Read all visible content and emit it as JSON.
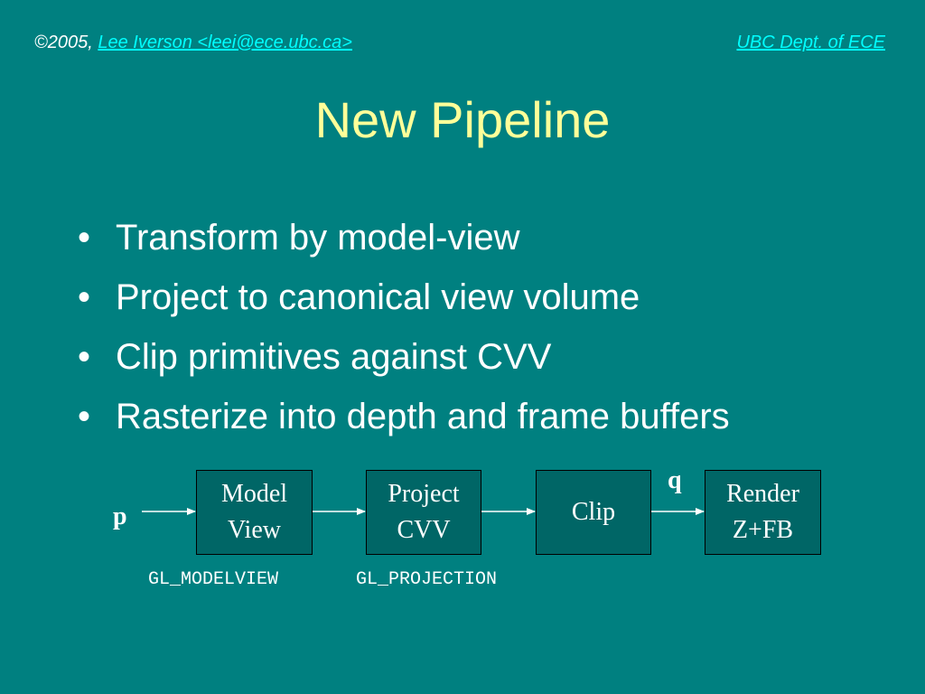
{
  "header": {
    "copyright": "©2005,",
    "author_link": "Lee Iverson <leei@ece.ubc.ca>",
    "dept_link": "UBC Dept. of ECE"
  },
  "title": "New Pipeline",
  "bullets": [
    "Transform by model-view",
    "Project to canonical view volume",
    "Clip primitives against CVV",
    "Rasterize into depth and frame buffers"
  ],
  "diagram": {
    "input_label": "p",
    "clip_output_label": "q",
    "stages": [
      {
        "line1": "Model",
        "line2": "View"
      },
      {
        "line1": "Project",
        "line2": "CVV"
      },
      {
        "line1": "Clip",
        "line2": ""
      },
      {
        "line1": "Render",
        "line2": "Z+FB"
      }
    ],
    "matrix_labels": [
      "GL_MODELVIEW",
      "GL_PROJECTION"
    ]
  },
  "colors": {
    "background": "#008080",
    "title": "#ffff99",
    "link": "#00ffff",
    "box_fill": "#006666"
  }
}
